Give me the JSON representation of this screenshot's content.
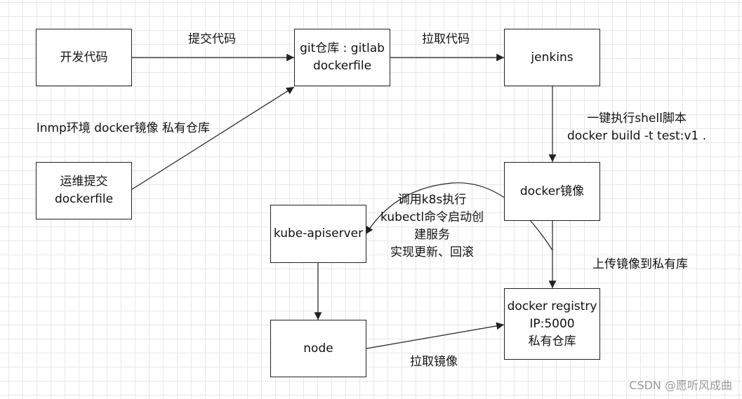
{
  "nodes": {
    "dev_code": {
      "lines": [
        "开发代码"
      ]
    },
    "git_repo": {
      "lines": [
        "git仓库 : gitlab",
        "dockerfile"
      ]
    },
    "jenkins": {
      "lines": [
        "jenkins"
      ]
    },
    "ops_submit": {
      "lines": [
        "运维提交",
        "dockerfile"
      ]
    },
    "docker_image": {
      "lines": [
        "docker镜像"
      ]
    },
    "kube_apiserver": {
      "lines": [
        "kube-apiserver"
      ]
    },
    "node": {
      "lines": [
        "node"
      ]
    },
    "docker_registry": {
      "lines": [
        "docker registry",
        "IP:5000",
        "私有仓库"
      ]
    }
  },
  "edge_labels": {
    "commit_code": "提交代码",
    "pull_code": "拉取代码",
    "lnmp_env": "lnmp环境 docker镜像 私有仓库",
    "shell_script": [
      "一键执行shell脚本",
      "docker build -t test:v1 ."
    ],
    "kubectl_call": [
      "调用k8s执行",
      "kubectl命令启动创",
      "建服务",
      "实现更新、回滚"
    ],
    "upload_image": "上传镜像到私有库",
    "pull_image": "拉取镜像"
  },
  "watermark": "CSDN @愿听风成曲"
}
